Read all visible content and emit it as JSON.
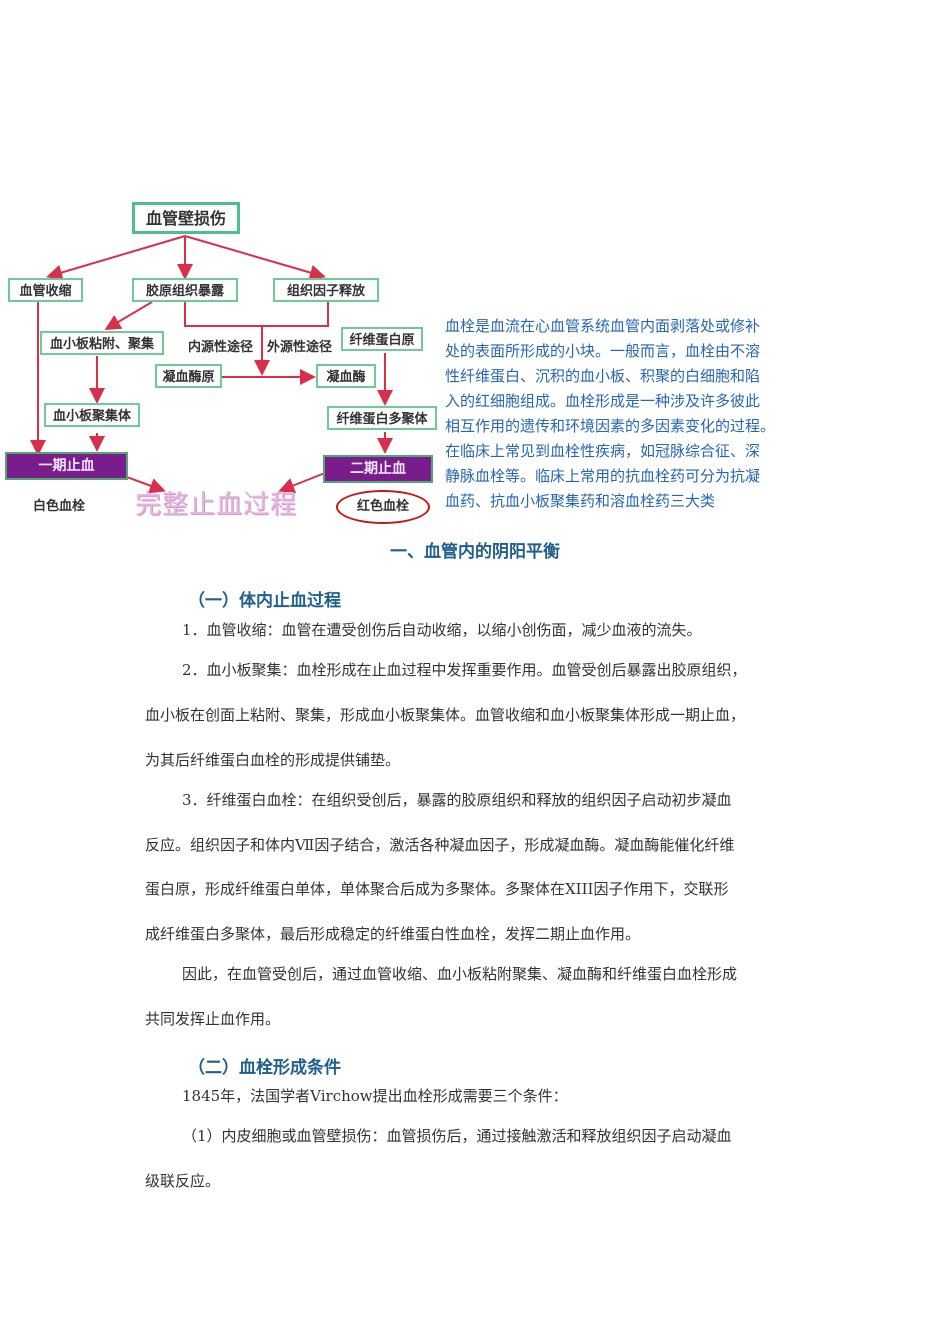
{
  "diagram": {
    "vessel_wall_injury": "血管壁损伤",
    "vasoconstriction": "血管收缩",
    "collagen_exposure": "胶原组织暴露",
    "tissue_factor_release": "组织因子释放",
    "platelet_adhesion": "血小板粘附、聚集",
    "intrinsic_pathway": "内源性途径",
    "extrinsic_pathway": "外源性途径",
    "fibrinogen": "纤维蛋白原",
    "prothrombin": "凝血酶原",
    "thrombin": "凝血酶",
    "platelet_aggregate": "血小板聚集体",
    "fibrin_polymer": "纤维蛋白多聚体",
    "primary_hemostasis": "一期止血",
    "secondary_hemostasis": "二期止血",
    "white_thrombus": "白色血栓",
    "complete_hemostasis": "完整止血过程",
    "red_thrombus": "红色血栓"
  },
  "intro": {
    "lines": [
      "血栓是血流在心血管系统血管内面剥落处或修补",
      "处的表面所形成的小块。一般而言，血栓由不溶",
      "性纤维蛋白、沉积的血小板、积聚的白细胞和陷",
      "入的红细胞组成。血栓形成是一种涉及许多彼此",
      "相互作用的遗传和环境因素的多因素变化的过程。",
      "在临床上常见到血栓性疾病，如冠脉综合征、深",
      "静脉血栓等。临床上常用的抗血栓药可分为抗凝",
      "血药、抗血小板聚集药和溶血栓药三大类"
    ]
  },
  "section1": {
    "title": "一、血管内的阴阳平衡"
  },
  "sub1": {
    "title": "（一）体内止血过程"
  },
  "sub1_paras": [
    "1．血管收缩：血管在遭受创伤后自动收缩，以缩小创伤面，减少血液的流失。",
    "2．血小板聚集：血栓形成在止血过程中发挥重要作用。血管受创后暴露出胶原组织，",
    "血小板在创面上粘附、聚集，形成血小板聚集体。血管收缩和血小板聚集体形成一期止血，",
    "为其后纤维蛋白血栓的形成提供铺垫。",
    "3．纤维蛋白血栓：在组织受创后，暴露的胶原组织和释放的组织因子启动初步凝血",
    "反应。组织因子和体内Ⅶ因子结合，激活各种凝血因子，形成凝血酶。凝血酶能催化纤维",
    "蛋白原，形成纤维蛋白单体，单体聚合后成为多聚体。多聚体在XIII因子作用下，交联形",
    "成纤维蛋白多聚体，最后形成稳定的纤维蛋白性血栓，发挥二期止血作用。",
    "因此，在血管受创后，通过血管收缩、血小板粘附聚集、凝血酶和纤维蛋白血栓形成",
    "共同发挥止血作用。"
  ],
  "sub2": {
    "title": "（二）血栓形成条件"
  },
  "sub2_paras": [
    "1845年，法国学者Virchow提出血栓形成需要三个条件：",
    "（1）内皮细胞或血管壁损伤：血管损伤后，通过接触激活和释放组织因子启动凝血",
    "级联反应。"
  ]
}
